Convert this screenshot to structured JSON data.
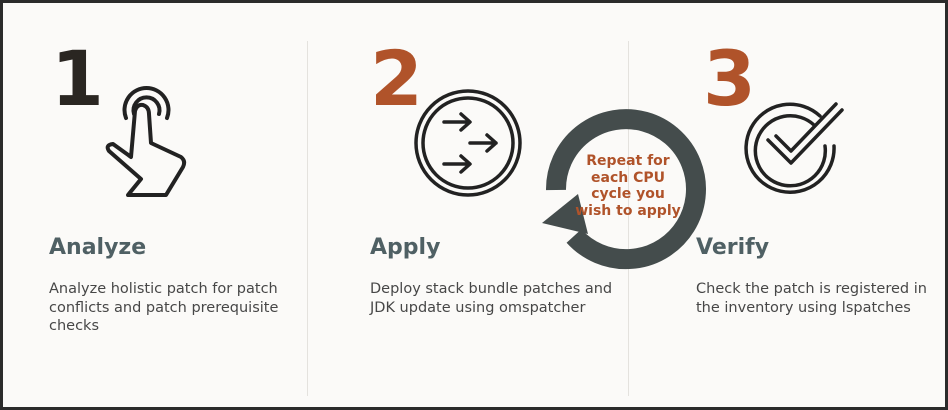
{
  "colors": {
    "accent": "#b0532a",
    "heading": "#4f6064",
    "dark": "#2a2622",
    "cycle": "#444c4c"
  },
  "steps": [
    {
      "number": "1",
      "title": "Analyze",
      "description": "Analyze holistic patch for patch conflicts and patch prerequisite checks",
      "icon": "tap-hand-icon"
    },
    {
      "number": "2",
      "title": "Apply",
      "description": "Deploy stack bundle patches and JDK update using omspatcher",
      "icon": "arrows-circle-icon"
    },
    {
      "number": "3",
      "title": "Verify",
      "description": "Check the patch is registered in the inventory using lspatches",
      "icon": "check-circle-icon"
    }
  ],
  "cycle": {
    "label": "Repeat for each CPU cycle you wish to apply",
    "icon": "cycle-arrow-icon"
  }
}
